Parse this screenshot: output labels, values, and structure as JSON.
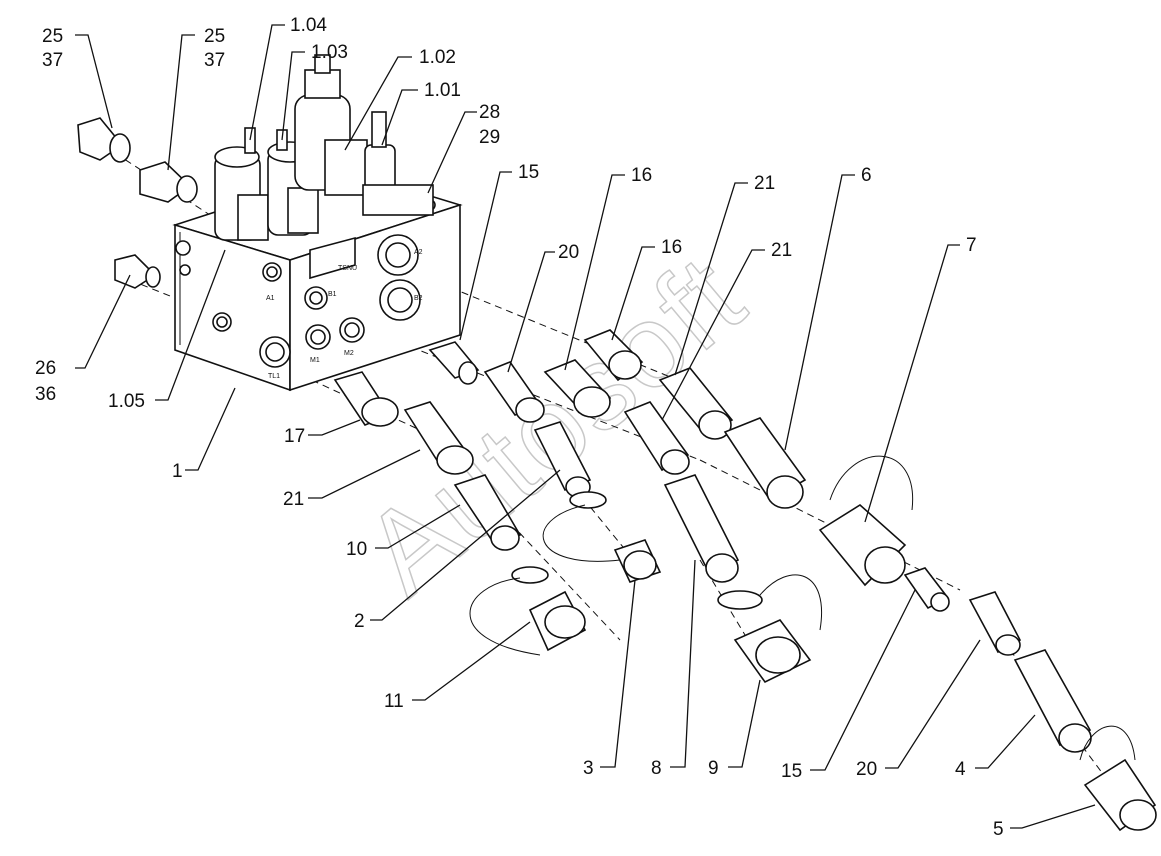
{
  "diagram": {
    "watermark": "Autosoft",
    "block_markings": [
      "A1",
      "B1",
      "A2",
      "B2",
      "M1",
      "M2",
      "TL1",
      "TSNU"
    ],
    "callouts": [
      {
        "id": "c-25-37-a",
        "lines": [
          "25",
          "37"
        ]
      },
      {
        "id": "c-25-37-b",
        "lines": [
          "25",
          "37"
        ]
      },
      {
        "id": "c-1-04",
        "lines": [
          "1.04"
        ]
      },
      {
        "id": "c-1-03",
        "lines": [
          "1.03"
        ]
      },
      {
        "id": "c-1-02",
        "lines": [
          "1.02"
        ]
      },
      {
        "id": "c-1-01",
        "lines": [
          "1.01"
        ]
      },
      {
        "id": "c-28-29",
        "lines": [
          "28",
          "29"
        ]
      },
      {
        "id": "c-15-top",
        "lines": [
          "15"
        ]
      },
      {
        "id": "c-16-top",
        "lines": [
          "16"
        ]
      },
      {
        "id": "c-21-top",
        "lines": [
          "21"
        ]
      },
      {
        "id": "c-6",
        "lines": [
          "6"
        ]
      },
      {
        "id": "c-20-top",
        "lines": [
          "20"
        ]
      },
      {
        "id": "c-16-mid",
        "lines": [
          "16"
        ]
      },
      {
        "id": "c-21-mid",
        "lines": [
          "21"
        ]
      },
      {
        "id": "c-7",
        "lines": [
          "7"
        ]
      },
      {
        "id": "c-26-36",
        "lines": [
          "26",
          "36"
        ]
      },
      {
        "id": "c-1-05",
        "lines": [
          "1.05"
        ]
      },
      {
        "id": "c-17",
        "lines": [
          "17"
        ]
      },
      {
        "id": "c-1",
        "lines": [
          "1"
        ]
      },
      {
        "id": "c-21-low",
        "lines": [
          "21"
        ]
      },
      {
        "id": "c-10",
        "lines": [
          "10"
        ]
      },
      {
        "id": "c-2",
        "lines": [
          "2"
        ]
      },
      {
        "id": "c-11",
        "lines": [
          "11"
        ]
      },
      {
        "id": "c-3",
        "lines": [
          "3"
        ]
      },
      {
        "id": "c-8",
        "lines": [
          "8"
        ]
      },
      {
        "id": "c-9",
        "lines": [
          "9"
        ]
      },
      {
        "id": "c-15-low",
        "lines": [
          "15"
        ]
      },
      {
        "id": "c-20-low",
        "lines": [
          "20"
        ]
      },
      {
        "id": "c-4",
        "lines": [
          "4"
        ]
      },
      {
        "id": "c-5",
        "lines": [
          "5"
        ]
      }
    ]
  }
}
